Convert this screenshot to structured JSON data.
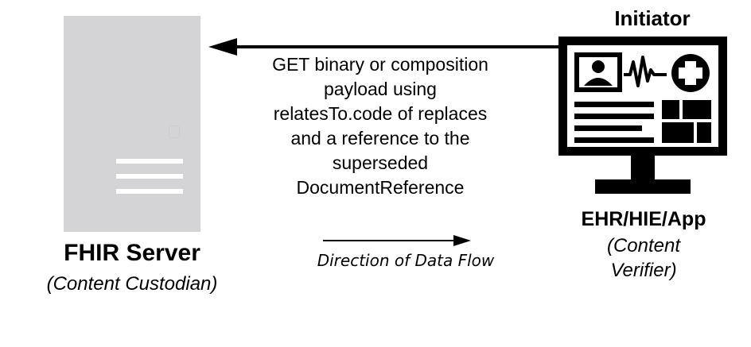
{
  "server": {
    "title": "FHIR Server",
    "subtitle": "(Content Custodian)",
    "icon": "server-icon"
  },
  "initiator": {
    "title": "Initiator"
  },
  "message": {
    "lines": [
      "GET binary or composition",
      "payload using",
      "relatesTo.code of replaces",
      "and a reference to the",
      "superseded",
      "DocumentReference"
    ]
  },
  "flow": {
    "label": "Direction of Data Flow"
  },
  "client": {
    "title": "EHR/HIE/App",
    "role_lines": [
      "(Content",
      "Verifier)"
    ],
    "icon": "ehr-monitor-icon"
  },
  "colors": {
    "server_fill": "#d4d4d6",
    "ink": "#000000",
    "monitor_screen": "#ffffff"
  }
}
